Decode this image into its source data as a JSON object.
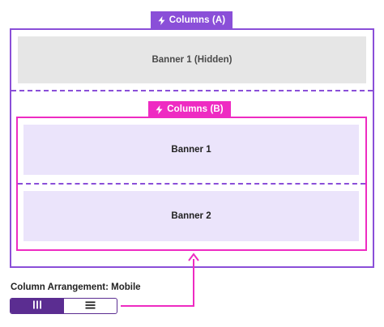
{
  "columns_a": {
    "label": "Columns (A)",
    "icon": "lightning-bolt-icon",
    "color": "#8a4fd8"
  },
  "hidden_banner": {
    "label": "Banner 1 (Hidden)"
  },
  "columns_b": {
    "label": "Columns (B)",
    "icon": "lightning-bolt-icon",
    "color": "#ee2bc2"
  },
  "banners": [
    {
      "label": "Banner 1"
    },
    {
      "label": "Banner 2"
    }
  ],
  "arrangement": {
    "label": "Column Arrangement: Mobile",
    "options": [
      {
        "icon": "columns-icon",
        "selected": true
      },
      {
        "icon": "rows-icon",
        "selected": false
      }
    ],
    "selected_color": "#5b2d91"
  }
}
